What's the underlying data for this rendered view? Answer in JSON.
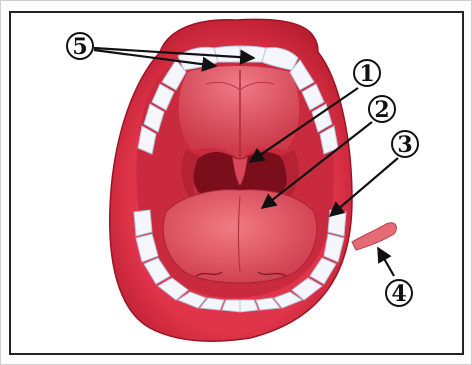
{
  "callouts": [
    {
      "id": "1",
      "label": "1"
    },
    {
      "id": "2",
      "label": "2"
    },
    {
      "id": "3",
      "label": "3"
    },
    {
      "id": "4",
      "label": "4"
    },
    {
      "id": "5",
      "label": "5"
    }
  ],
  "colors": {
    "lips": "#e0344a",
    "lips_dark": "#a81628",
    "mouth_inside": "#c92a3d",
    "palate": "#e05a6a",
    "tongue": "#e8606c",
    "throat": "#7a0f1b",
    "teeth": "#f4f6fb",
    "teeth_shade": "#b9c5dd",
    "ink": "#111111"
  }
}
